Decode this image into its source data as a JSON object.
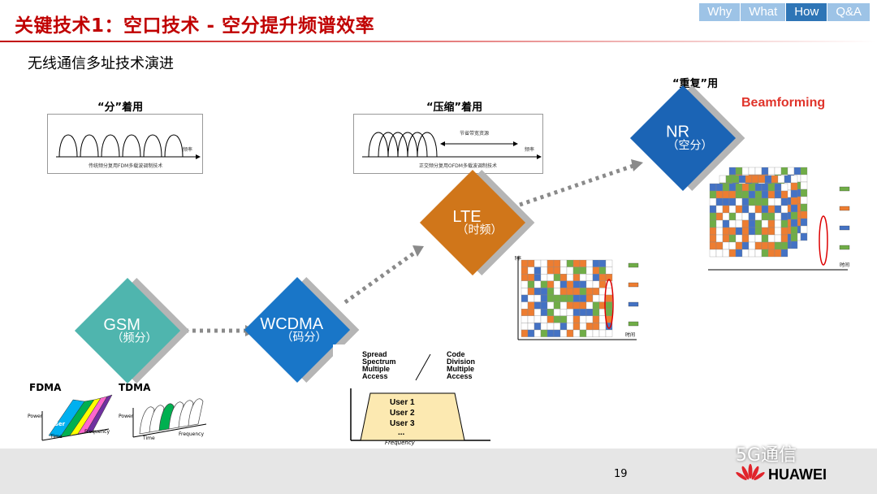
{
  "header": {
    "title": "关键技术1：空口技术 - 空分提升频谱效率",
    "nav_tabs": [
      {
        "label": "Why",
        "active": false
      },
      {
        "label": "What",
        "active": false
      },
      {
        "label": "How",
        "active": true
      },
      {
        "label": "Q&A",
        "active": false
      }
    ]
  },
  "subtitle": "无线通信多址技术演进",
  "panels": {
    "fdm": {
      "caption": "“分”着用",
      "axis_label": "频率",
      "footnote": "传统频分复用FDM多载波调制技术"
    },
    "ofdm": {
      "caption": "“压缩”着用",
      "note": "节省带宽资源",
      "axis_label": "频率",
      "footnote": "正交频分复用OFDM多载波调制技术"
    },
    "reuse": {
      "caption": "“重复”用"
    }
  },
  "technologies": [
    {
      "name": "GSM",
      "sub": "（频分）",
      "color": "#4fb5ae"
    },
    {
      "name": "WCDMA",
      "sub": "（码分）",
      "color": "#1976c8"
    },
    {
      "name": "LTE",
      "sub": "（时频）",
      "color": "#d0761a"
    },
    {
      "name": "NR",
      "sub": "（空分）",
      "color": "#1b64b5"
    }
  ],
  "beamforming": "Beamforming",
  "fdma": {
    "label": "FDMA",
    "power": "Power",
    "time": "Time",
    "frequency": "Frequency",
    "user": "User"
  },
  "tdma": {
    "label": "TDMA",
    "power": "Power",
    "time": "Time",
    "frequency": "Frequency"
  },
  "cdma": {
    "spread": [
      "Spread",
      "Spectrum",
      "Multiple",
      "Access"
    ],
    "code": [
      "Code",
      "Division",
      "Multiple",
      "Access"
    ],
    "users": [
      "User 1",
      "User 2",
      "User 3",
      "..."
    ],
    "axis": "Frequency"
  },
  "grid": {
    "time_label": "时间",
    "freq_label": "频率"
  },
  "footer": {
    "page": "19",
    "wechat": "5G通信",
    "brand": "HUAWEI"
  }
}
